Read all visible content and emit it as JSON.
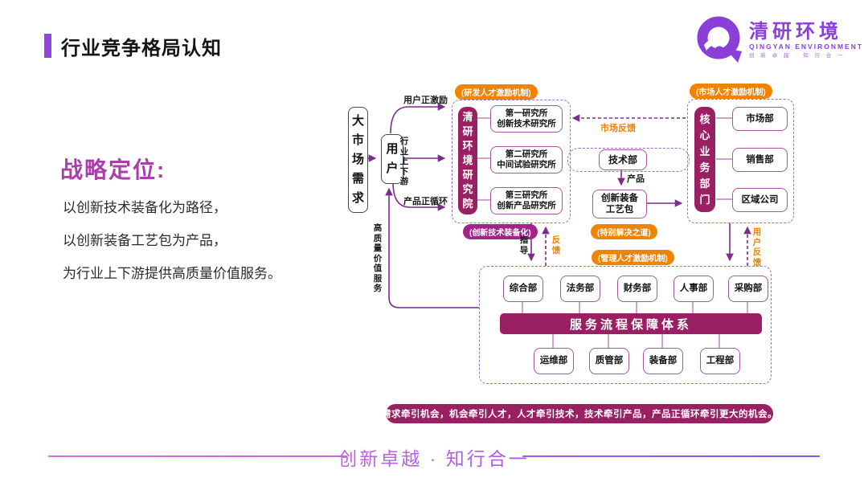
{
  "header": {
    "title": "行业竞争格局认知"
  },
  "logo": {
    "name_cn": "清研环境",
    "name_en": "QINGYAN ENVIRONMENT",
    "tagline": "创 新 卓 越 · 知 行 合 一"
  },
  "strategy": {
    "heading": "战略定位:",
    "line1": "以创新技术装备化为路径，",
    "line2": "以创新装备工艺包为产品，",
    "line3": "为行业上下游提供高质量价值服务。"
  },
  "diagram": {
    "market_demand": "大市场需求",
    "user": "用户",
    "edge_labels": {
      "user_incentive": "用户正激励",
      "industry_chain": "行业上下游",
      "product_cycle": "产品正循环",
      "hq_value_service": "高质量价值服务",
      "market_feedback": "市场反馈",
      "product": "产品",
      "guidance": "指导",
      "feedback": "反馈",
      "user_feedback": "用户反馈"
    },
    "research_group": {
      "tag": "(研发人才激励机制)",
      "pillar": "清研环境研究院",
      "institutes": [
        {
          "line1": "第一研究所",
          "line2": "创新技术研究所"
        },
        {
          "line1": "第二研究所",
          "line2": "中间试验研究所"
        },
        {
          "line1": "第三研究所",
          "line2": "创新产品研究所"
        }
      ],
      "bottom_tag": "(创新技术装备化)"
    },
    "tech_dept": "技术部",
    "package_box": {
      "line1": "创新装备",
      "line2": "工艺包"
    },
    "package_tag": "(特别解决之道)",
    "business_group": {
      "tag": "(市场人才激励机制)",
      "pillar": "核心业务部门",
      "departments": [
        "市场部",
        "销售部",
        "区域公司"
      ]
    },
    "service_group": {
      "tag": "(管理人才激励机制)",
      "top_departments": [
        "综合部",
        "法务部",
        "财务部",
        "人事部",
        "采购部"
      ],
      "bar": "服务流程保障体系",
      "bottom_departments": [
        "运维部",
        "质管部",
        "装备部",
        "工程部"
      ]
    },
    "banner": "需求牵引机会，机会牵引人才，人才牵引技术，技术牵引产品，产品正循环牵引更大的机会。"
  },
  "footer": {
    "slogan": "创新卓越 · 知行合一"
  },
  "colors": {
    "accent_purple": "#8F43E0",
    "brand_purple": "#8B3FD9",
    "deep_magenta": "#9B1F63",
    "node_border": "#AB559D",
    "arrow_purple": "#7B2D8E",
    "orange": "#F08300",
    "magenta_tag": "#A3258C",
    "strategy_heading": "#A93FA8"
  }
}
